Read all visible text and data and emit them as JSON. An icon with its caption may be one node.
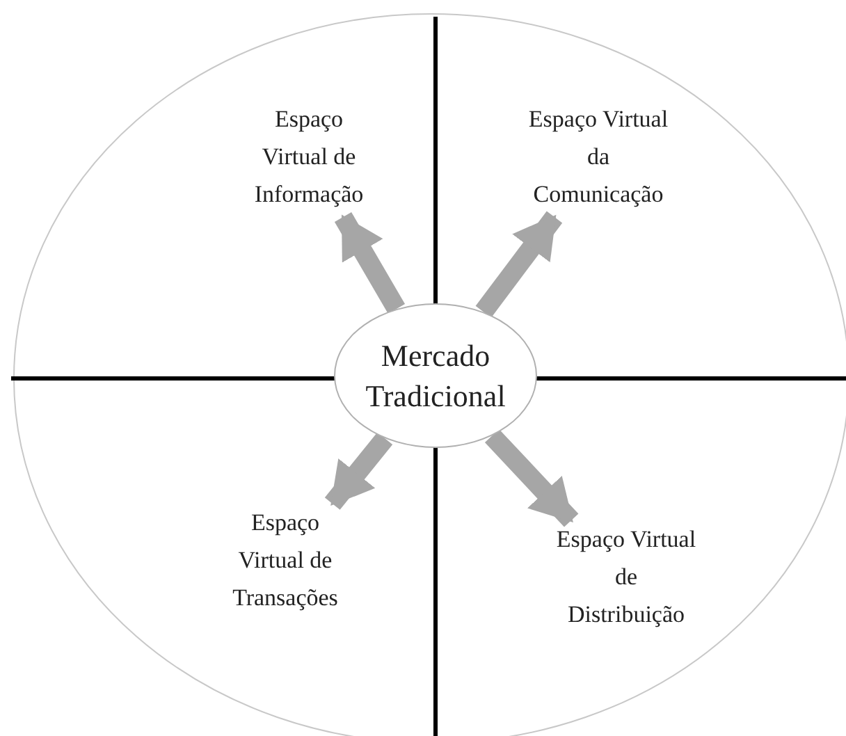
{
  "diagram": {
    "nodes": [
      {
        "text": [
          "Mercado Tradicional"
        ]
      },
      {
        "text": [
          "Espaço Virtual de Informação"
        ]
      },
      {
        "text": [
          "Espaço Virtual da Comunicação"
        ]
      },
      {
        "text": [
          "Espaço Virtual de Transações"
        ]
      },
      {
        "text": [
          "Espaço Virtual de Distribuição"
        ]
      }
    ],
    "edges": [
      {
        "from": 0,
        "to": 1,
        "arrow": "to"
      },
      {
        "from": 0,
        "to": 2,
        "arrow": "to"
      },
      {
        "from": 0,
        "to": 3,
        "arrow": "to"
      },
      {
        "from": 0,
        "to": 4,
        "arrow": "to"
      }
    ]
  }
}
